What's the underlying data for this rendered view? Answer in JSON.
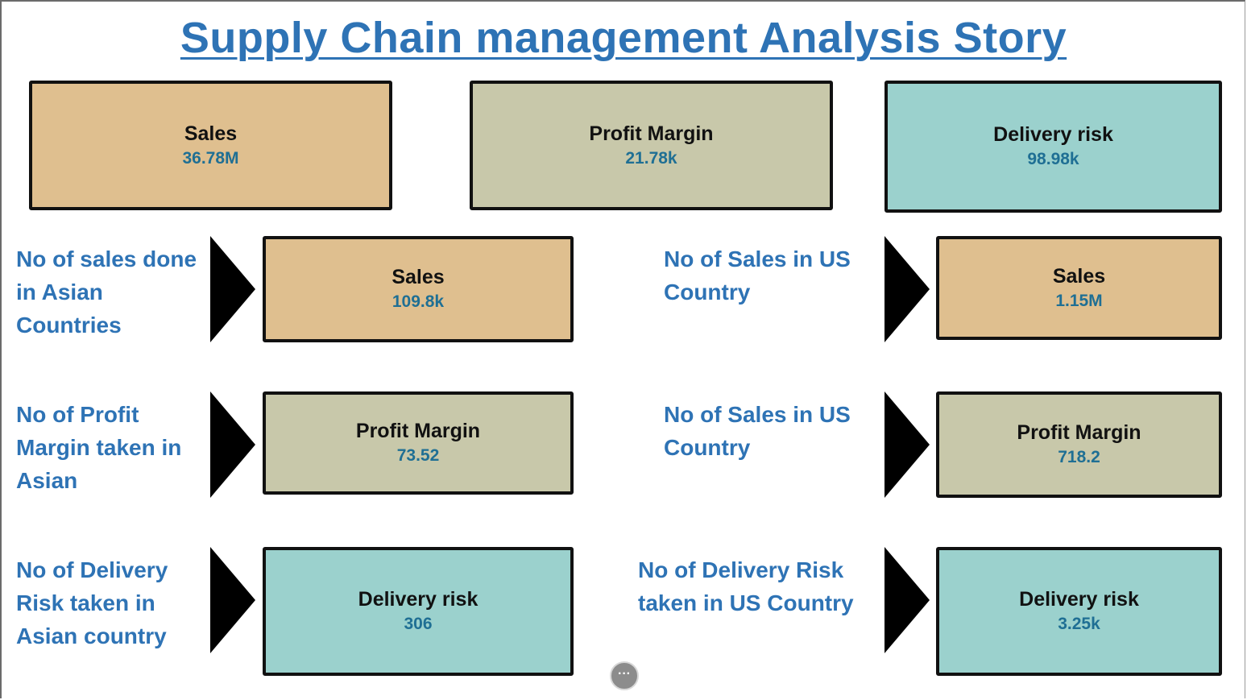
{
  "title": "Supply Chain management Analysis Story",
  "colors": {
    "title_blue": "#2e73b5",
    "value_blue": "#1f6f94",
    "sales_fill": "#dfbf8f",
    "profit_fill": "#c8c8aa",
    "delivery_fill": "#9bd1cd"
  },
  "summary": {
    "sales": {
      "label": "Sales",
      "value": "36.78M"
    },
    "profit": {
      "label": "Profit Margin",
      "value": "21.78k"
    },
    "delivery": {
      "label": "Delivery risk",
      "value": "98.98k"
    }
  },
  "asian": {
    "sales": {
      "desc": "No of sales done in Asian Countries",
      "label": "Sales",
      "value": "109.8k"
    },
    "profit": {
      "desc": "No of Profit Margin taken in Asian",
      "label": "Profit Margin",
      "value": "73.52"
    },
    "delivery": {
      "desc": "No of Delivery Risk taken in Asian country",
      "label": "Delivery risk",
      "value": "306"
    }
  },
  "us": {
    "sales": {
      "desc": "No of Sales in US Country",
      "label": "Sales",
      "value": "1.15M"
    },
    "profit": {
      "desc": "No of Sales in US Country",
      "label": "Profit Margin",
      "value": "718.2"
    },
    "delivery": {
      "desc": "No of Delivery Risk taken in US Country",
      "label": "Delivery risk",
      "value": "3.25k"
    }
  },
  "more_button": {
    "icon": "more-horizontal-icon",
    "glyph": "···"
  }
}
